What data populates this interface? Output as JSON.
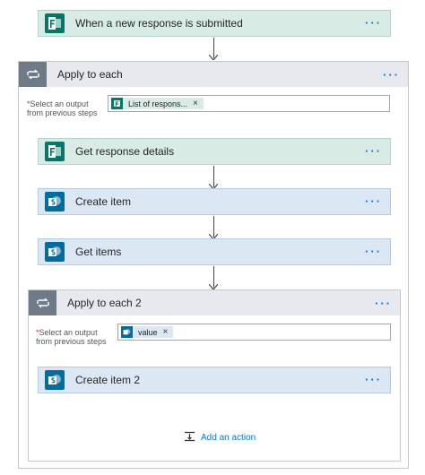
{
  "flow": {
    "trigger": {
      "title": "When a new response is submitted",
      "icon": "forms-icon",
      "menu": "···"
    },
    "apply_each": {
      "title": "Apply to each",
      "menu": "···",
      "field_required": "*",
      "field_label_line1": "Select an output",
      "field_label_line2": "from previous steps",
      "token_label": "List of respons...",
      "token_remove": "×",
      "steps": [
        {
          "title": "Get response details",
          "icon": "forms-icon",
          "menu": "···"
        },
        {
          "title": "Create item",
          "icon": "sharepoint-icon",
          "menu": "···"
        },
        {
          "title": "Get items",
          "icon": "sharepoint-icon",
          "menu": "···"
        }
      ],
      "nested": {
        "title": "Apply to each 2",
        "menu": "···",
        "field_required": "*",
        "field_label_line1": "Select an output",
        "field_label_line2": "from previous steps",
        "token_label": "value",
        "token_remove": "×",
        "step": {
          "title": "Create item 2",
          "icon": "sharepoint-icon",
          "menu": "···"
        },
        "add_action": "Add an action"
      }
    }
  },
  "colors": {
    "forms_bg": "#d8ebe4",
    "forms_icon": "#077568",
    "sharepoint_bg": "#dce7f4",
    "sharepoint_icon": "#036c9f",
    "loop_icon": "#6f7a87",
    "accent": "#0078d4"
  }
}
